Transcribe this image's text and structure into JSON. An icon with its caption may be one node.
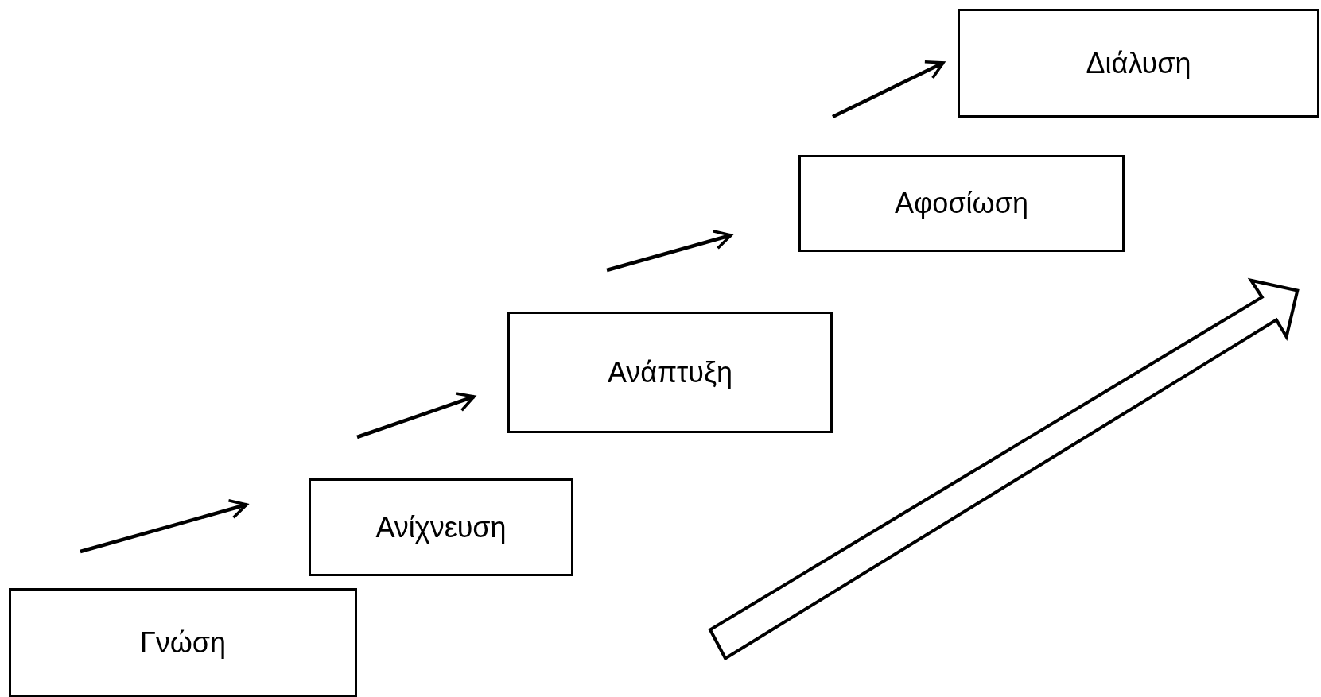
{
  "diagram": {
    "nodes": [
      {
        "text": [
          "Γνώση"
        ]
      },
      {
        "text": [
          "Ανίχνευση"
        ]
      },
      {
        "text": [
          "Ανάπτυξη"
        ]
      },
      {
        "text": [
          "Αφοσίωση"
        ]
      },
      {
        "text": [
          "Διάλυση"
        ]
      }
    ],
    "edges": [
      {
        "from": 0,
        "to": 1,
        "arrow": "to"
      },
      {
        "from": 1,
        "to": 2,
        "arrow": "to"
      },
      {
        "from": 2,
        "to": 3,
        "arrow": "to"
      },
      {
        "from": 3,
        "to": 4,
        "arrow": "to"
      }
    ]
  }
}
